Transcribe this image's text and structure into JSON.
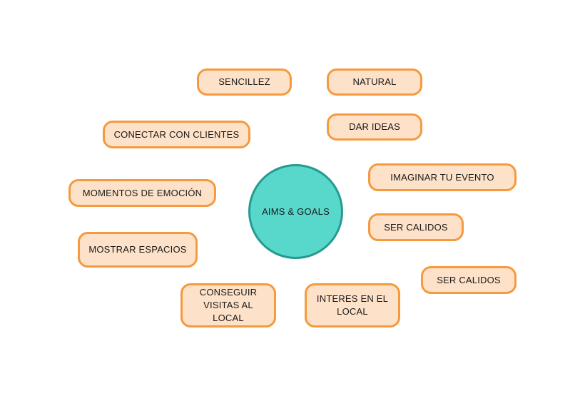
{
  "center": {
    "label": "AIMS & GOALS"
  },
  "nodes": [
    {
      "id": "sencillez",
      "label": "SENCILLEZ"
    },
    {
      "id": "natural",
      "label": "NATURAL"
    },
    {
      "id": "conectar-con-clientes",
      "label": "CONECTAR CON CLIENTES"
    },
    {
      "id": "dar-ideas",
      "label": "DAR IDEAS"
    },
    {
      "id": "imaginar-tu-evento",
      "label": "IMAGINAR TU EVENTO"
    },
    {
      "id": "momentos-de-emocion",
      "label": "MOMENTOS DE EMOCIÓN"
    },
    {
      "id": "ser-calidos-1",
      "label": "SER CALIDOS"
    },
    {
      "id": "mostrar-espacios",
      "label": "MOSTRAR ESPACIOS"
    },
    {
      "id": "ser-calidos-2",
      "label": "SER CALIDOS"
    },
    {
      "id": "conseguir-visitas",
      "label": "CONSEGUIR VISITAS AL LOCAL",
      "lines": [
        "CONSEGUIR",
        "VISITAS AL LOCAL"
      ]
    },
    {
      "id": "interes-en-el-local",
      "label": "INTERES EN EL LOCAL",
      "lines": [
        "INTERES EN EL",
        "LOCAL"
      ]
    }
  ],
  "colors": {
    "node_fill": "#fde1c8",
    "node_border": "#f59a3e",
    "center_fill": "#58d8cb",
    "center_border": "#259a91"
  }
}
